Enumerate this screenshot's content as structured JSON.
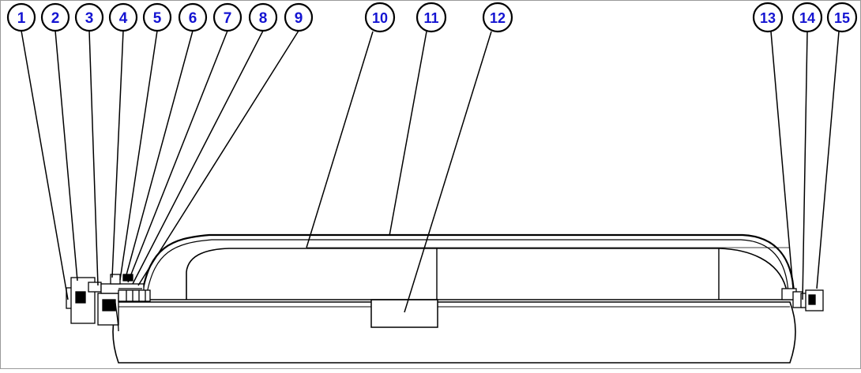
{
  "diagram": {
    "frame_color": "#9a9a9a",
    "line_color": "#000000",
    "callout_text_color": "#1414d2",
    "callouts": [
      {
        "label": "1"
      },
      {
        "label": "2"
      },
      {
        "label": "3"
      },
      {
        "label": "4"
      },
      {
        "label": "5"
      },
      {
        "label": "6"
      },
      {
        "label": "7"
      },
      {
        "label": "8"
      },
      {
        "label": "9"
      },
      {
        "label": "10"
      },
      {
        "label": "11"
      },
      {
        "label": "12"
      },
      {
        "label": "13"
      },
      {
        "label": "14"
      },
      {
        "label": "15"
      }
    ]
  }
}
